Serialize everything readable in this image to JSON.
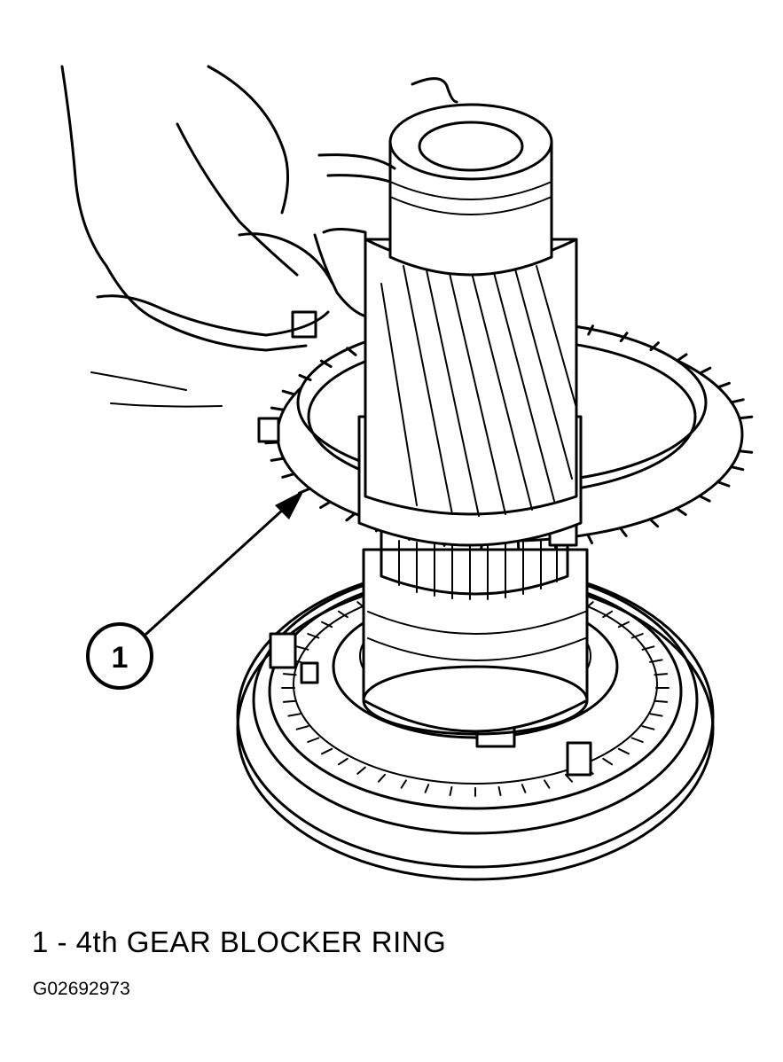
{
  "callout": {
    "number": "1"
  },
  "caption": "1 - 4th GEAR BLOCKER RING",
  "figure_id": "G02692973"
}
